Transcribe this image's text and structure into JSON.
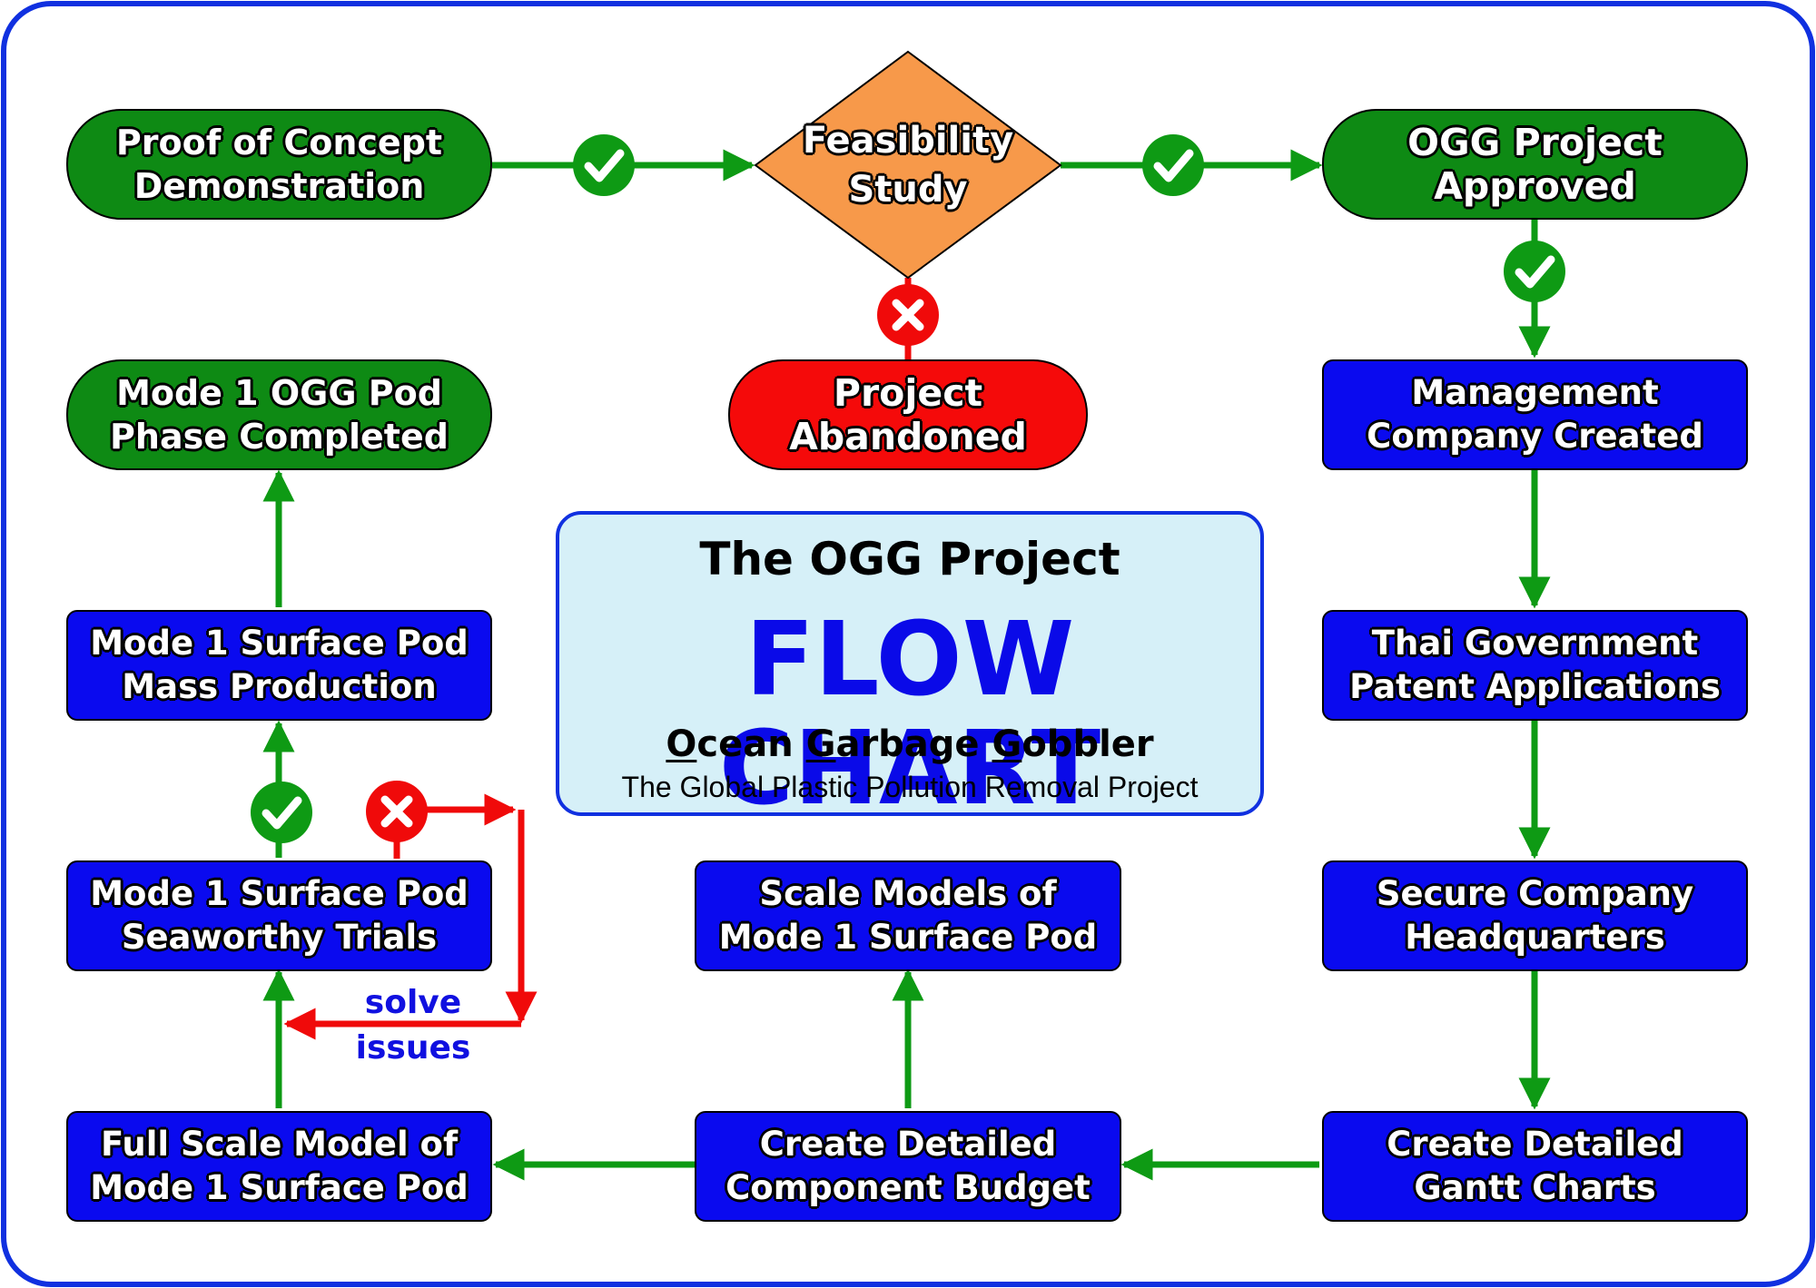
{
  "nodes": {
    "proof_of_concept": "Proof of Concept\nDemonstration",
    "feasibility": "Feasibility\nStudy",
    "approved": "OGG Project\nApproved",
    "abandoned": "Project\nAbandoned",
    "mode1_completed": "Mode 1 OGG Pod\nPhase Completed",
    "management": "Management\nCompany Created",
    "patents": "Thai Government\nPatent Applications",
    "headquarters": "Secure Company\nHeadquarters",
    "gantt": "Create Detailed\nGantt Charts",
    "budget": "Create Detailed\nComponent Budget",
    "full_scale": "Full Scale Model of\nMode 1 Surface Pod",
    "scale_models": "Scale Models of\nMode 1 Surface Pod",
    "seaworthy": "Mode 1 Surface Pod\nSeaworthy Trials",
    "mass_production": "Mode 1 Surface Pod\nMass Production"
  },
  "loop_label": "solve\nissues",
  "panel": {
    "heading": "The OGG Project",
    "title": "FLOW CHART",
    "acronym_parts": [
      "O",
      "cean ",
      "G",
      "arbage ",
      "G",
      "obbler"
    ],
    "subtitle": "The Global Plastic Pollution Removal Project"
  },
  "colors": {
    "border": "#1030e0",
    "terminal_green": "#0e8a14",
    "terminal_red": "#f50a0a",
    "process_blue": "#0a0aef",
    "decision_orange": "#f7994a",
    "connector_green": "#0e9a14",
    "connector_red": "#f00a0a",
    "panel_bg": "#d6f0f8"
  },
  "icons": {
    "approve": "check-circle-icon",
    "reject": "x-circle-icon"
  }
}
